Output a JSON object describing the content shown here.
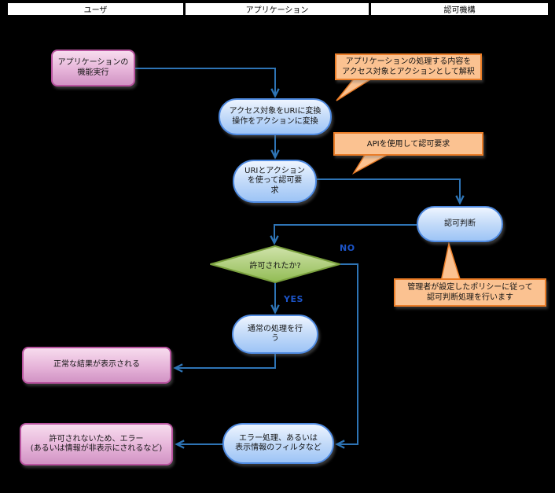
{
  "lanes": [
    {
      "label": "ユーザ"
    },
    {
      "label": "アプリケーション"
    },
    {
      "label": "認可機構"
    }
  ],
  "nodes": {
    "app_exec": {
      "text": "アプリケーションの\n機能実行"
    },
    "convert": {
      "text": "アクセス対象をURIに変換\n操作をアクションに変換"
    },
    "request": {
      "text": "URIとアクション\nを使って認可要\n求"
    },
    "decide": {
      "text": "認可判断"
    },
    "permitted": {
      "text": "許可されたか?"
    },
    "normal": {
      "text": "通常の処理を行\nう"
    },
    "result_ok": {
      "text": "正常な結果が表示される"
    },
    "error_proc": {
      "text": "エラー処理、あるいは\n表示情報のフィルタなど"
    },
    "result_err": {
      "text": "許可されないため、エラー\n(あるいは情報が非表示にされるなど)"
    }
  },
  "callouts": {
    "interpret": {
      "text": "アプリケーションの処理する内容を\nアクセス対象とアクションとして解釈"
    },
    "api": {
      "text": "APIを使用して認可要求"
    },
    "policy": {
      "text": "管理者が設定したポリシーに従って\n認可判断処理を行います"
    }
  },
  "edge_labels": {
    "no": "NO",
    "yes": "YES"
  },
  "colors": {
    "background": "#000000",
    "connector": "#2e74b5",
    "edge_label_text": "#1c54c8",
    "pink_fill": "#e6b4d9",
    "pink_border": "#b8539f",
    "blue_fill": "#c7ddf9",
    "blue_border": "#4f8ae0",
    "green_fill": "#a8cc72",
    "green_border": "#7aa03e",
    "callout_fill": "#fbc291",
    "callout_border": "#ea7d28",
    "lane_bg": "#ffffff",
    "lane_border": "#000000"
  }
}
